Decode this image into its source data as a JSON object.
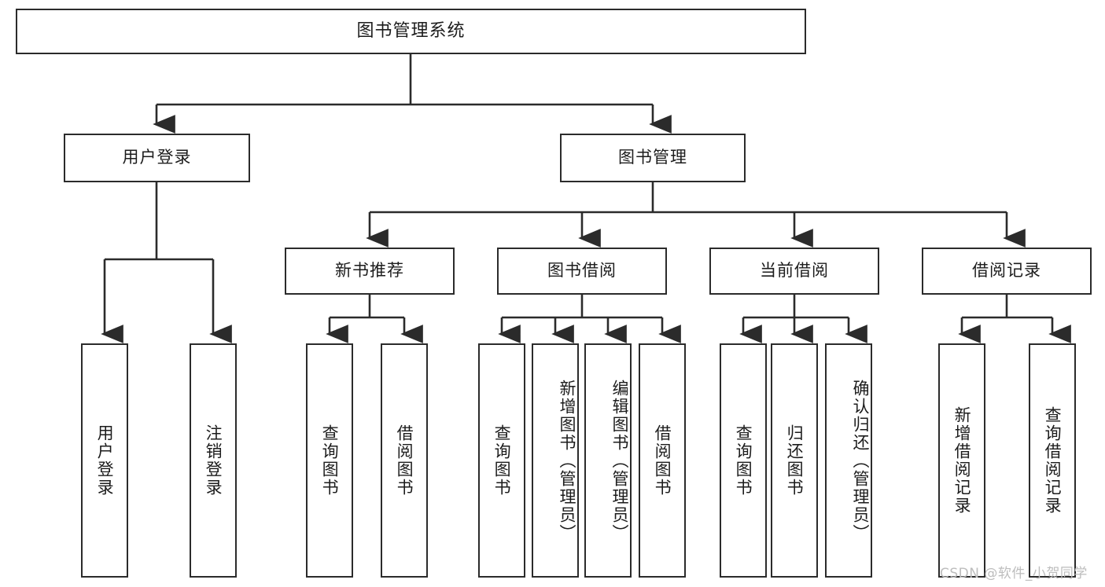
{
  "diagram": {
    "type": "tree",
    "title": "图书管理系统",
    "watermark": "CSDN @软件_小贺同学",
    "colors": {
      "box_border": "#2b2b2b",
      "box_fill": "#ffffff",
      "line": "#2b2b2b",
      "text": "#1c1c1c",
      "watermark": "#bdbdbd"
    },
    "nodes": {
      "root": {
        "label": "图书管理系统"
      },
      "level2": [
        {
          "label": "用户登录"
        },
        {
          "label": "图书管理"
        }
      ],
      "level3": [
        {
          "label": "新书推荐"
        },
        {
          "label": "图书借阅"
        },
        {
          "label": "当前借阅"
        },
        {
          "label": "借阅记录"
        }
      ],
      "leaves_user_login": [
        {
          "label": "用户登录"
        },
        {
          "label": "注销登录"
        }
      ],
      "leaves_new_books": [
        {
          "label": "查询图书"
        },
        {
          "label": "借阅图书"
        }
      ],
      "leaves_borrow": [
        {
          "label": "查询图书"
        },
        {
          "label": "新增图书（管理员）"
        },
        {
          "label": "编辑图书（管理员）"
        },
        {
          "label": "借阅图书"
        }
      ],
      "leaves_current": [
        {
          "label": "查询图书"
        },
        {
          "label": "归还图书"
        },
        {
          "label": "确认归还（管理员）"
        }
      ],
      "leaves_records": [
        {
          "label": "新增借阅记录"
        },
        {
          "label": "查询借阅记录"
        }
      ]
    }
  }
}
